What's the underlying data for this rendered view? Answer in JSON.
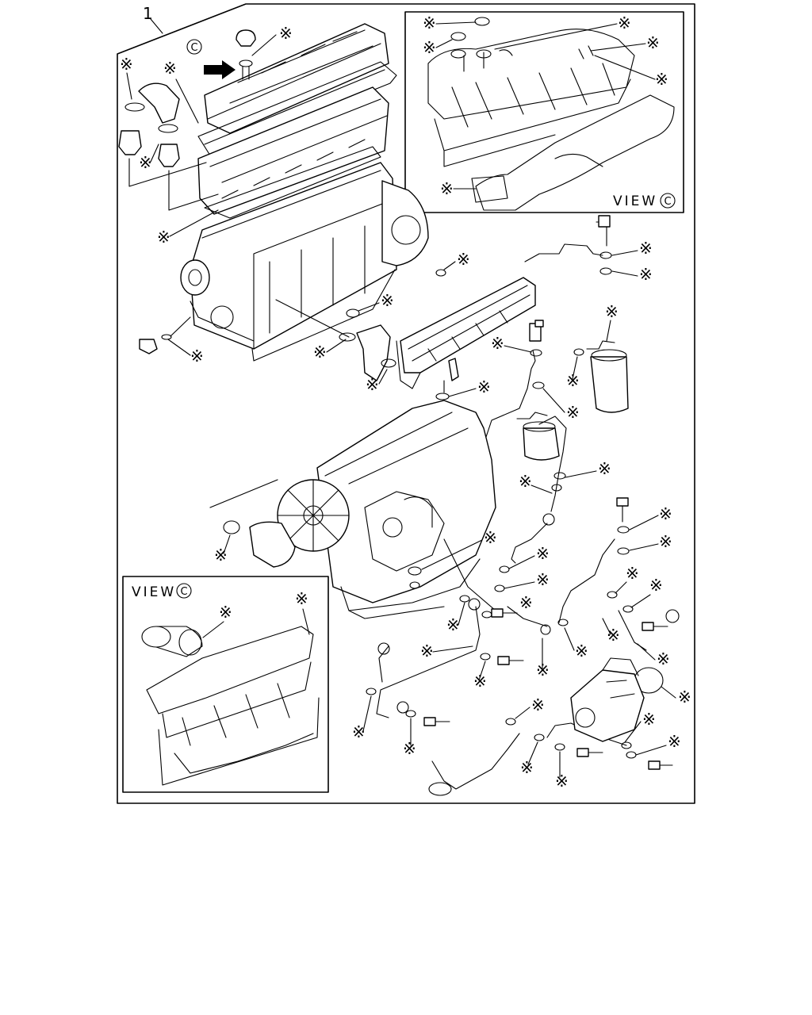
{
  "assembly_ref": "1",
  "view_letter": "C",
  "view_label": "VIEW",
  "callout_symbol": "※"
}
